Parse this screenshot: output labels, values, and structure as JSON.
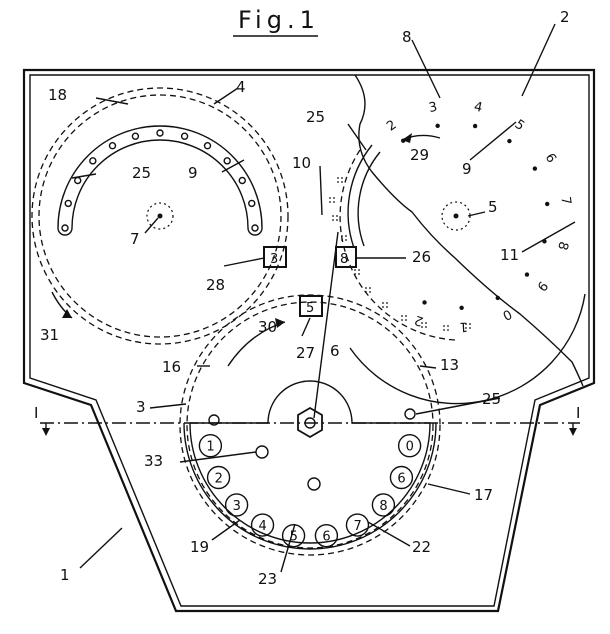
{
  "figure": {
    "title": "Fig.1",
    "section_mark_left": "I",
    "section_mark_right": "I"
  },
  "labels": [
    {
      "id": "2",
      "text": "2"
    },
    {
      "id": "4",
      "text": "4"
    },
    {
      "id": "8",
      "text": "8"
    },
    {
      "id": "18",
      "text": "18"
    },
    {
      "id": "25a",
      "text": "25"
    },
    {
      "id": "25b",
      "text": "25"
    },
    {
      "id": "25c",
      "text": "25"
    },
    {
      "id": "9a",
      "text": "9"
    },
    {
      "id": "9b",
      "text": "9"
    },
    {
      "id": "10",
      "text": "10"
    },
    {
      "id": "29",
      "text": "29"
    },
    {
      "id": "7",
      "text": "7"
    },
    {
      "id": "5",
      "text": "5"
    },
    {
      "id": "11",
      "text": "11"
    },
    {
      "id": "28",
      "text": "28"
    },
    {
      "id": "26",
      "text": "26"
    },
    {
      "id": "31",
      "text": "31"
    },
    {
      "id": "30",
      "text": "30"
    },
    {
      "id": "27",
      "text": "27"
    },
    {
      "id": "16",
      "text": "16"
    },
    {
      "id": "6",
      "text": "6"
    },
    {
      "id": "13",
      "text": "13"
    },
    {
      "id": "3",
      "text": "3"
    },
    {
      "id": "33",
      "text": "33"
    },
    {
      "id": "17",
      "text": "17"
    },
    {
      "id": "1",
      "text": "1"
    },
    {
      "id": "19",
      "text": "19"
    },
    {
      "id": "22",
      "text": "22"
    },
    {
      "id": "23",
      "text": "23"
    }
  ],
  "windows": {
    "left": "3",
    "right": "8",
    "bottom": "5"
  },
  "dial_digits": [
    "2",
    "3",
    "4",
    "5",
    "6",
    "7",
    "8",
    "9",
    "0",
    "1",
    "2"
  ],
  "wheel_digits": [
    "1",
    "2",
    "3",
    "4",
    "5",
    "6",
    "7",
    "8",
    "6",
    "0"
  ]
}
